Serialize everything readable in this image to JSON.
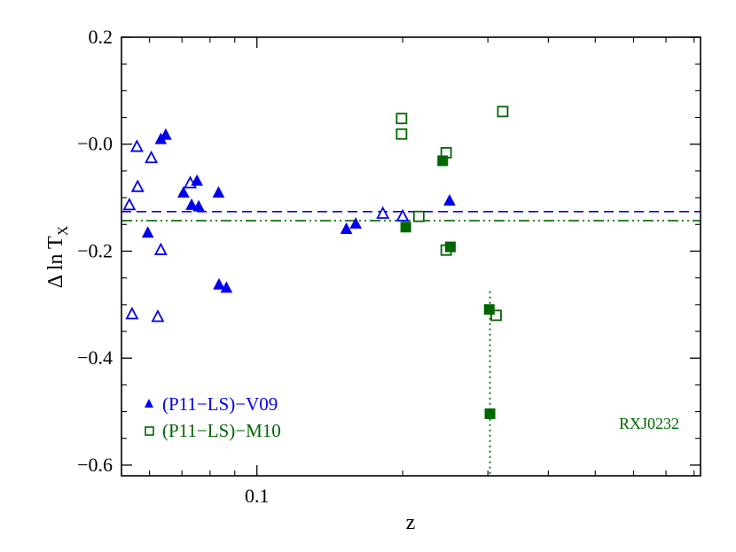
{
  "chart_data": {
    "type": "scatter",
    "xlabel": "z",
    "ylabel_main": "Δ ln T",
    "ylabel_sub": "X",
    "x_scale": "log",
    "xlim": [
      0.0525,
      0.825
    ],
    "ylim": [
      -0.62,
      0.2
    ],
    "x_tick_labels": [
      {
        "value": 0.1,
        "label": "0.1"
      }
    ],
    "y_ticks": [
      {
        "value": 0.2,
        "label": "0.2"
      },
      {
        "value": 0.0,
        "label": "−0.0"
      },
      {
        "value": -0.2,
        "label": "−0.2"
      },
      {
        "value": -0.4,
        "label": "−0.4"
      },
      {
        "value": -0.6,
        "label": "−0.6"
      }
    ],
    "grid": false,
    "legend_position": "bottom-left",
    "colors": {
      "blue": "#0000ee",
      "green": "#006600"
    },
    "series": [
      {
        "name": "(P11−LS)−V09",
        "marker": "triangle",
        "color": "#0000ee",
        "filled_points": [
          {
            "x": 0.0595,
            "y": -0.165
          },
          {
            "x": 0.0633,
            "y": 0.01
          },
          {
            "x": 0.0648,
            "y": 0.018
          },
          {
            "x": 0.0705,
            "y": -0.09
          },
          {
            "x": 0.0733,
            "y": -0.113
          },
          {
            "x": 0.0752,
            "y": -0.068
          },
          {
            "x": 0.0758,
            "y": -0.116
          },
          {
            "x": 0.0833,
            "y": -0.09
          },
          {
            "x": 0.0835,
            "y": -0.262
          },
          {
            "x": 0.0865,
            "y": -0.268
          },
          {
            "x": 0.153,
            "y": -0.158
          },
          {
            "x": 0.16,
            "y": -0.148
          },
          {
            "x": 0.25,
            "y": -0.105
          }
        ],
        "open_points": [
          {
            "x": 0.0545,
            "y": -0.113
          },
          {
            "x": 0.0552,
            "y": -0.317
          },
          {
            "x": 0.0565,
            "y": -0.004
          },
          {
            "x": 0.0567,
            "y": -0.079
          },
          {
            "x": 0.0605,
            "y": -0.025
          },
          {
            "x": 0.0624,
            "y": -0.322
          },
          {
            "x": 0.0633,
            "y": -0.197
          },
          {
            "x": 0.0728,
            "y": -0.072
          },
          {
            "x": 0.182,
            "y": -0.129
          },
          {
            "x": 0.2,
            "y": -0.134
          }
        ],
        "mean_line": {
          "y": -0.126,
          "style": "dashed"
        }
      },
      {
        "name": "(P11−LS)−M10",
        "marker": "square",
        "color": "#006600",
        "filled_points": [
          {
            "x": 0.203,
            "y": -0.155
          },
          {
            "x": 0.242,
            "y": -0.031
          },
          {
            "x": 0.251,
            "y": -0.192
          },
          {
            "x": 0.302,
            "y": -0.309
          },
          {
            "x": 0.303,
            "y": -0.504
          }
        ],
        "open_points": [
          {
            "x": 0.199,
            "y": 0.048
          },
          {
            "x": 0.199,
            "y": 0.019
          },
          {
            "x": 0.216,
            "y": -0.135
          },
          {
            "x": 0.246,
            "y": -0.016
          },
          {
            "x": 0.246,
            "y": -0.198
          },
          {
            "x": 0.312,
            "y": -0.32
          },
          {
            "x": 0.322,
            "y": 0.061
          }
        ],
        "mean_line": {
          "y": -0.143,
          "style": "dash-dot-dot"
        }
      }
    ],
    "annotations": [
      {
        "text": "RXJ0232",
        "x": 0.303,
        "y": -0.504,
        "color": "#006600",
        "vertical_dotted_line_x": 0.303
      }
    ]
  }
}
